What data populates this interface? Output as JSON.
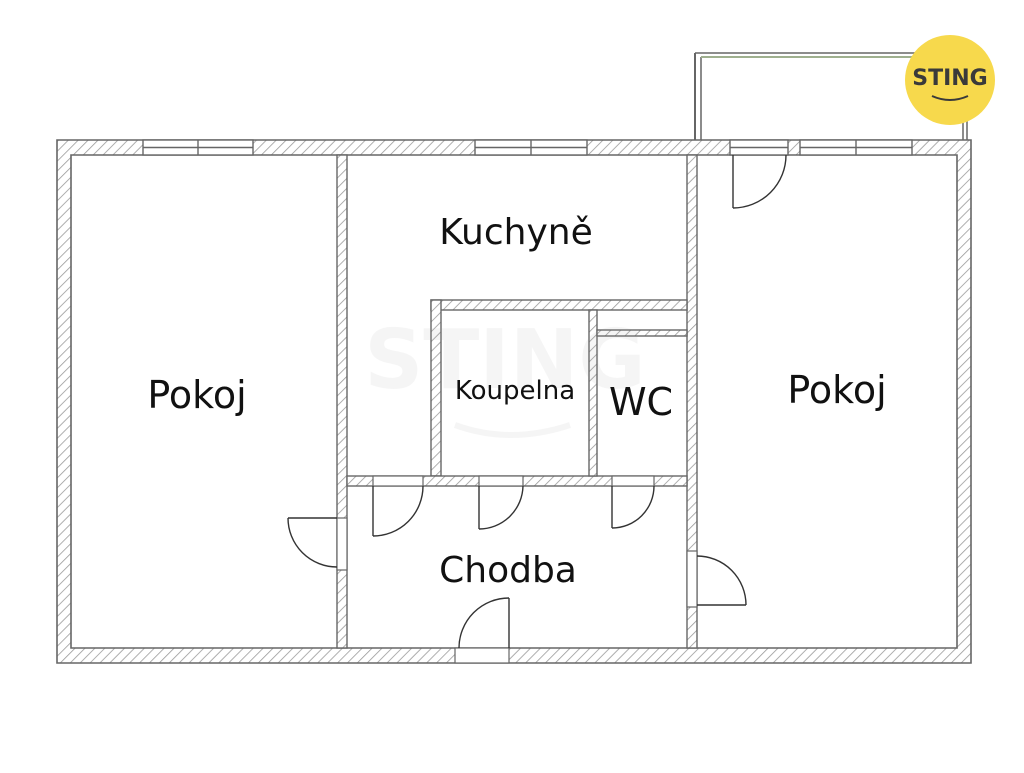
{
  "rooms": {
    "left_pokoj": "Pokoj",
    "kuchyne": "Kuchyně",
    "koupelna": "Koupelna",
    "wc": "WC",
    "right_pokoj": "Pokoj",
    "chodba": "Chodba"
  },
  "logo": {
    "text": "STING",
    "color": "#f7d94c"
  },
  "watermark": {
    "text": "STING"
  },
  "colors": {
    "wall": "#777777",
    "hatch": "#999999",
    "balcony": "#9a9a9a"
  }
}
